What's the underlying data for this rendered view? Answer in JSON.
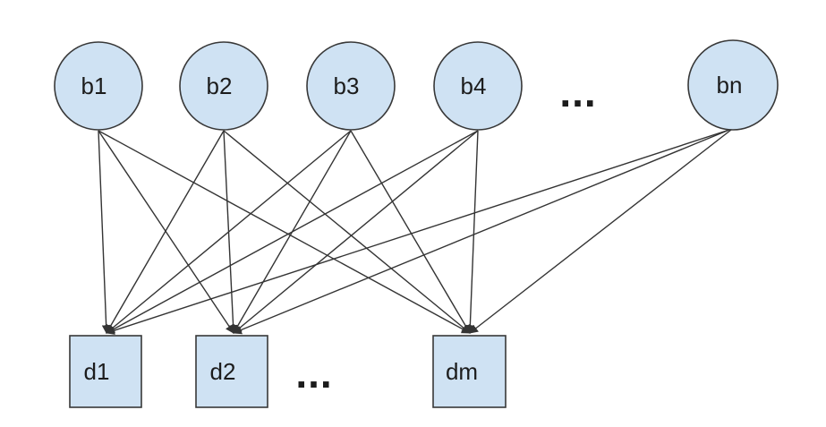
{
  "diagram": {
    "title": "bipartite-graph",
    "background": "#ffffff",
    "colors": {
      "node_fill": "#cfe2f3",
      "node_stroke": "#383838",
      "edge_stroke": "#343434",
      "text": "#1c1c1c"
    },
    "top_nodes": [
      {
        "id": "b1",
        "label": "b1",
        "shape": "circle"
      },
      {
        "id": "b2",
        "label": "b2",
        "shape": "circle"
      },
      {
        "id": "b3",
        "label": "b3",
        "shape": "circle"
      },
      {
        "id": "b4",
        "label": "b4",
        "shape": "circle"
      },
      {
        "id": "bn",
        "label": "bn",
        "shape": "circle"
      }
    ],
    "top_ellipsis": "...",
    "bottom_nodes": [
      {
        "id": "d1",
        "label": "d1",
        "shape": "square"
      },
      {
        "id": "d2",
        "label": "d2",
        "shape": "square"
      },
      {
        "id": "dm",
        "label": "dm",
        "shape": "square"
      }
    ],
    "bottom_ellipsis": "...",
    "edges": [
      {
        "from": "b1",
        "to": "d1"
      },
      {
        "from": "b1",
        "to": "d2"
      },
      {
        "from": "b1",
        "to": "dm"
      },
      {
        "from": "b2",
        "to": "d1"
      },
      {
        "from": "b2",
        "to": "d2"
      },
      {
        "from": "b2",
        "to": "dm"
      },
      {
        "from": "b3",
        "to": "d1"
      },
      {
        "from": "b3",
        "to": "d2"
      },
      {
        "from": "b3",
        "to": "dm"
      },
      {
        "from": "b4",
        "to": "d1"
      },
      {
        "from": "b4",
        "to": "d2"
      },
      {
        "from": "b4",
        "to": "dm"
      },
      {
        "from": "bn",
        "to": "d1"
      },
      {
        "from": "bn",
        "to": "d2"
      },
      {
        "from": "bn",
        "to": "dm"
      }
    ]
  }
}
